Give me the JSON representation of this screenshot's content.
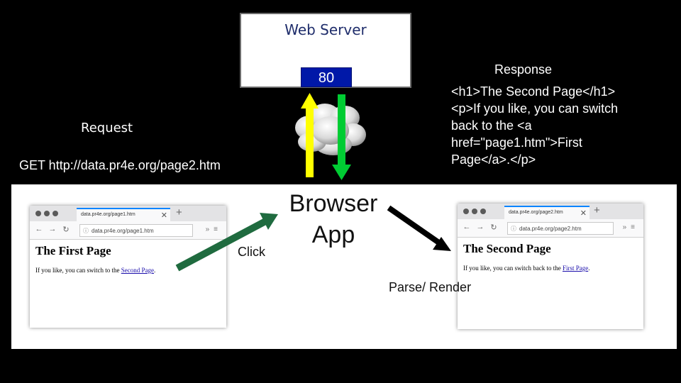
{
  "server": {
    "title": "Web Server",
    "port": "80"
  },
  "request": {
    "label": "Request",
    "url": "GET http://data.pr4e.org/page2.htm"
  },
  "response": {
    "label": "Response",
    "body": "<h1>The Second Page</h1><p>If you like, you can switch back to the <a href=\"page1.htm\">First Page</a>.</p>"
  },
  "labels": {
    "click": "Click",
    "browser_app": "Browser App",
    "parse_render": "Parse/ Render"
  },
  "browser1": {
    "tab": "data.pr4e.org/page1.htm",
    "url": "data.pr4e.org/page1.htm",
    "heading": "The First Page",
    "text": "If you like, you can switch to the",
    "link": "Second Page",
    "end": "."
  },
  "browser2": {
    "tab": "data.pr4e.org/page2.htm",
    "url": "data.pr4e.org/page2.htm",
    "heading": "The Second Page",
    "text": "If you like, you can switch back to the",
    "link": "First Page",
    "end": "."
  },
  "colors": {
    "request_arrow": "#ffff00",
    "response_arrow": "#00cc33",
    "click_arrow": "#1f6b3f",
    "port_box": "#0018a8"
  }
}
